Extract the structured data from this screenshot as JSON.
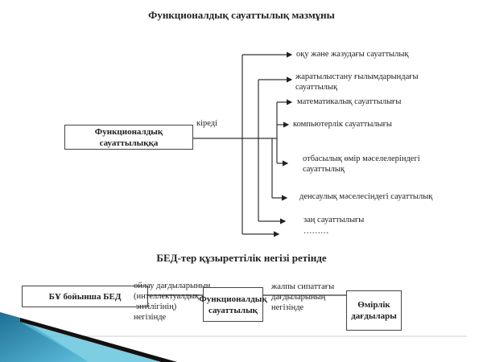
{
  "top_diagram": {
    "title": "Функционалдық сауаттылық мазмұны",
    "source_box": "Функционалдық сауаттылыққа",
    "connector_label": "кіреді",
    "items": [
      {
        "line1": "оқу және жазудағы сауаттылық"
      },
      {
        "line1": "жаратылыстану ғылымдарындағы",
        "line2": "сауаттылық"
      },
      {
        "line1": "математикалық сауаттылығы"
      },
      {
        "line1": "компьютерлік сауаттылығы"
      },
      {
        "line1": "отбасылық өмір мәселелеріндегі",
        "line2": "сауаттылық"
      },
      {
        "line1": "денсаулық мәселесіндегі сауаттылық"
      },
      {
        "line1": "заң сауаттылығы"
      },
      {
        "line1": "………"
      }
    ]
  },
  "bottom_diagram": {
    "title": "БЕД-тер құзыреттілік негізі ретінде",
    "box1": "БҰ бойынша БЕД",
    "label1": [
      "ойлау дағдыларының",
      "(интеллектуалдық",
      "эптілігінің)",
      "негізінде"
    ],
    "box2": [
      "Функционалдық",
      "сауаттылық"
    ],
    "label2": [
      "жалпы сипаттағы",
      "дағдыларының",
      "негізінде"
    ],
    "box3": [
      "Өмірлік",
      "дағдылары"
    ]
  },
  "colors": {
    "decoration_teal": "#2a8fb0",
    "line": "#333333"
  }
}
